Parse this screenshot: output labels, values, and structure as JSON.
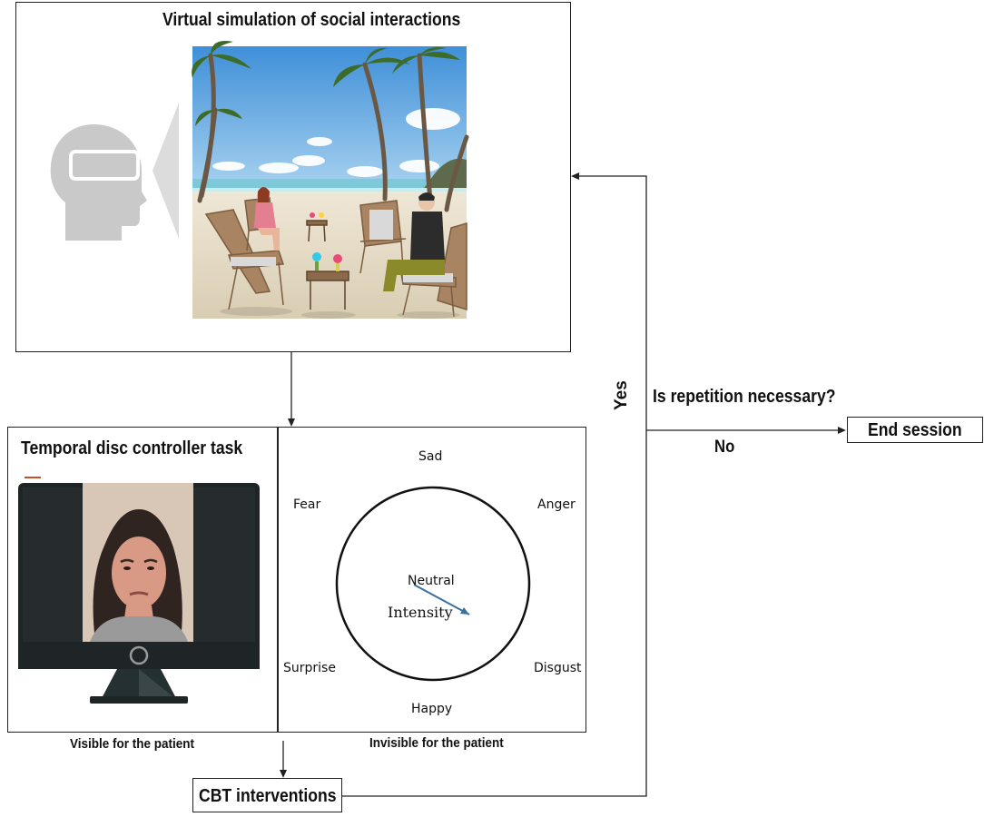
{
  "vr_panel": {
    "title": "Virtual simulation of social interactions"
  },
  "tdc_panel": {
    "title": "Temporal disc controller task",
    "visible_caption": "Visible for the patient",
    "invisible_caption": "Invisible for the patient"
  },
  "disc": {
    "emotions": {
      "sad": "Sad",
      "anger": "Anger",
      "fear": "Fear",
      "surprise": "Surprise",
      "disgust": "Disgust",
      "happy": "Happy"
    },
    "center_label": "Neutral",
    "intensity_label": "Intensity",
    "arrow_color": "#3b6fa0"
  },
  "flow": {
    "cbt_label": "CBT interventions",
    "question": "Is repetition necessary?",
    "yes_label": "Yes",
    "no_label": "No",
    "end_label": "End session"
  },
  "colors": {
    "line": "#222222",
    "head_icon": "#c9c9c9",
    "accent": "#c0522a",
    "monitor": "#1f2526"
  }
}
